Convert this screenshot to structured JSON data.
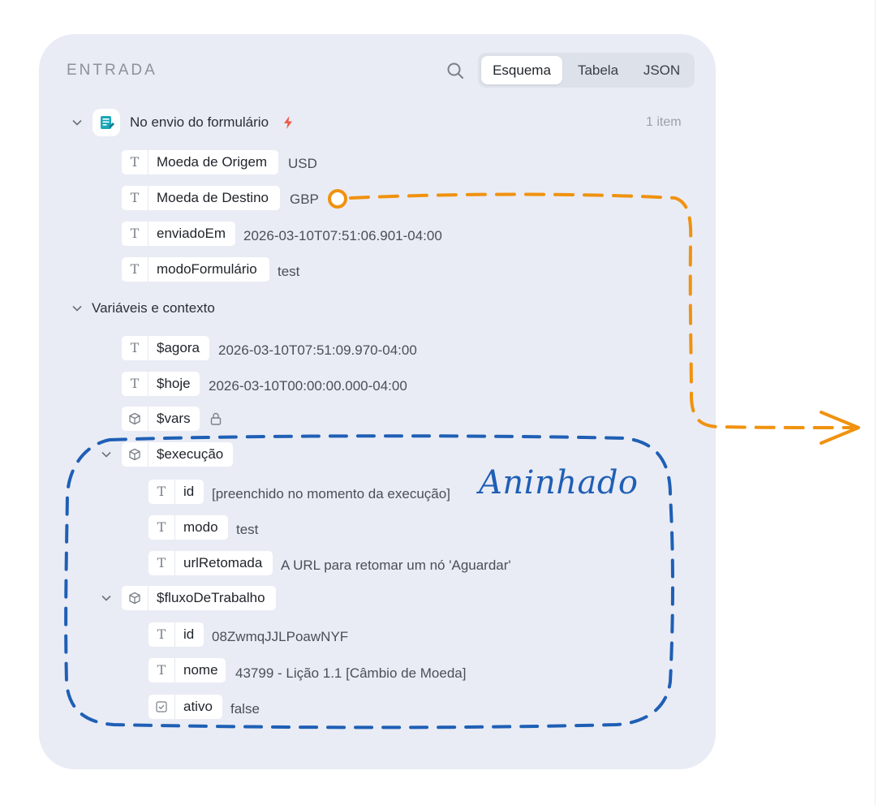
{
  "header": {
    "title": "ENTRADA",
    "tabs": [
      {
        "label": "Esquema",
        "active": true
      },
      {
        "label": "Tabela",
        "active": false
      },
      {
        "label": "JSON",
        "active": false
      }
    ]
  },
  "trigger": {
    "title": "No envio do formulário",
    "count": "1 item",
    "fields": [
      {
        "name": "Moeda de Origem",
        "value": "USD"
      },
      {
        "name": "Moeda de Destino",
        "value": "GBP"
      },
      {
        "name": "enviadoEm",
        "value": "2026-03-10T07:51:06.901-04:00"
      },
      {
        "name": "modoFormulário",
        "value": "test"
      }
    ]
  },
  "context": {
    "title": "Variáveis e contexto",
    "fields": [
      {
        "name": "$agora",
        "value": "2026-03-10T07:51:09.970-04:00"
      },
      {
        "name": "$hoje",
        "value": "2026-03-10T00:00:00.000-04:00"
      },
      {
        "name": "$vars"
      }
    ],
    "execution": {
      "name": "$execução",
      "fields": [
        {
          "name": "id",
          "value": "[preenchido no momento da execução]"
        },
        {
          "name": "modo",
          "value": "test"
        },
        {
          "name": "urlRetomada",
          "value": "A URL para retomar um nó 'Aguardar'"
        }
      ]
    },
    "workflow": {
      "name": "$fluxoDeTrabalho",
      "fields": [
        {
          "name": "id",
          "value": "08ZwmqJJLPoawNYF"
        },
        {
          "name": "nome",
          "value": "43799 - Lição 1.1 [Câmbio de Moeda]"
        },
        {
          "name": "ativo",
          "value": "false"
        }
      ]
    }
  },
  "annotation": {
    "label": "Aninhado",
    "colors": {
      "nested_box": "#1f5fb5",
      "arrow": "#f0920f"
    }
  },
  "icons": {
    "text_type": "T",
    "search": "search-icon",
    "chevron": "chevron-down-icon",
    "object": "cube-icon",
    "boolean": "checkbox-icon",
    "lock": "lock-icon",
    "bolt": "lightning-icon",
    "form": "form-icon"
  }
}
